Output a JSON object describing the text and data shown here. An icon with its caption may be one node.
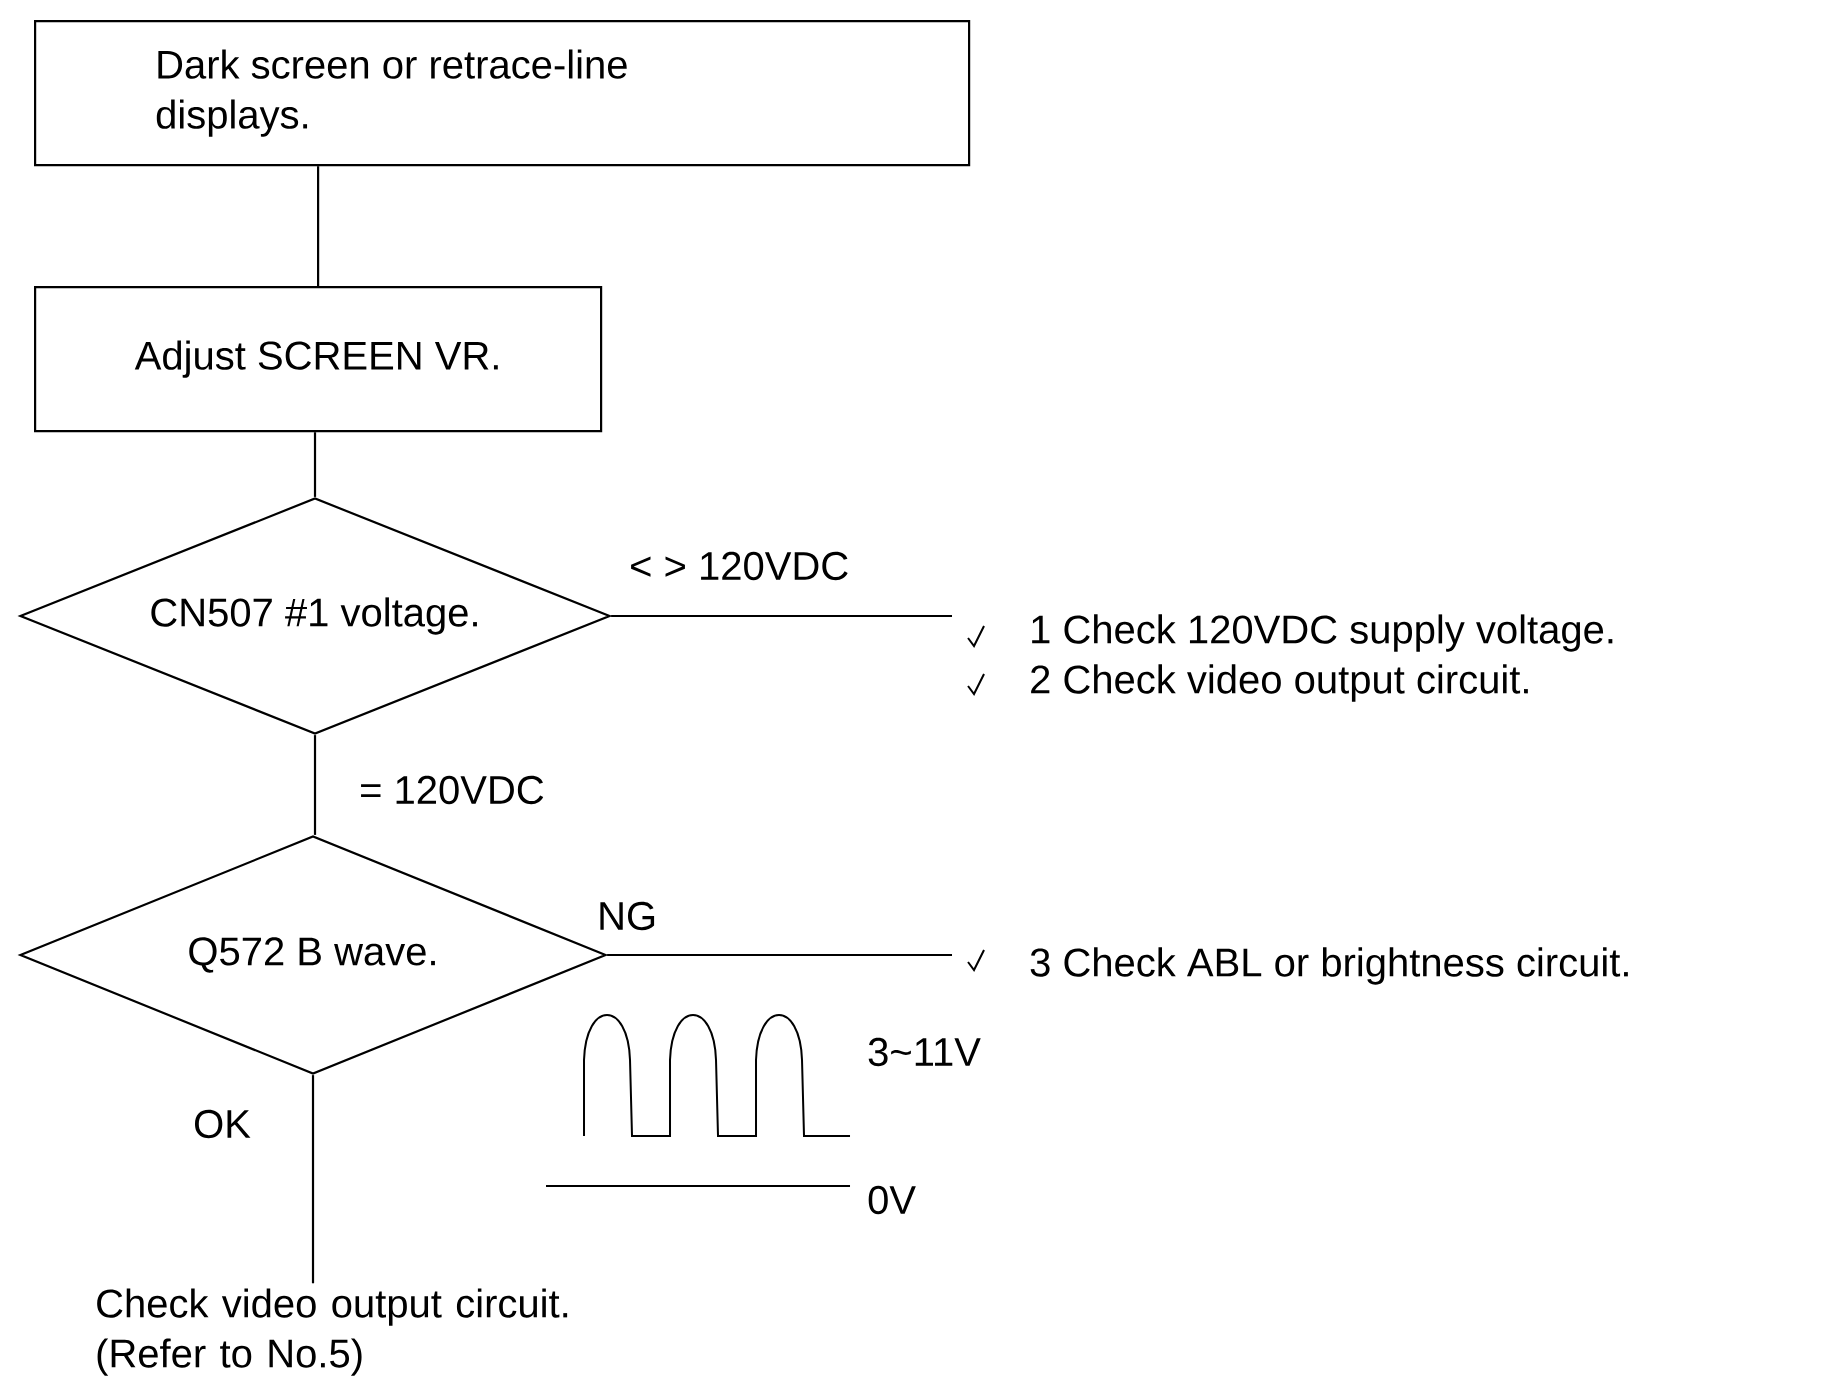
{
  "diagram": {
    "nodes": [
      {
        "text": [
          "Dark screen or retrace-line displays."
        ]
      },
      {
        "text": [
          "Adjust SCREEN VR."
        ]
      },
      {
        "text": [
          "CN507 #1 voltage."
        ]
      },
      {
        "text": [
          "1 Check 120VDC supply voltage.",
          "2 Check video output circuit."
        ]
      },
      {
        "text": [
          "Q572 B wave."
        ]
      },
      {
        "text": [
          "3 Check ABL or brightness circuit."
        ]
      },
      {
        "text": [
          "Check video output circuit. (Refer to No.5)"
        ]
      }
    ],
    "edges": [
      {
        "from": 0,
        "to": 1,
        "arrow": "none"
      },
      {
        "from": 1,
        "to": 2,
        "arrow": "none"
      },
      {
        "from": 2,
        "to": 3,
        "arrow": "none",
        "label": "< > 120VDC"
      },
      {
        "from": 2,
        "to": 4,
        "arrow": "none",
        "label": "= 120VDC"
      },
      {
        "from": 4,
        "to": 5,
        "arrow": "none",
        "label": "NG"
      },
      {
        "from": 4,
        "to": 6,
        "arrow": "none",
        "label": "OK"
      }
    ],
    "labels": [
      "3~11V",
      "0V"
    ]
  }
}
